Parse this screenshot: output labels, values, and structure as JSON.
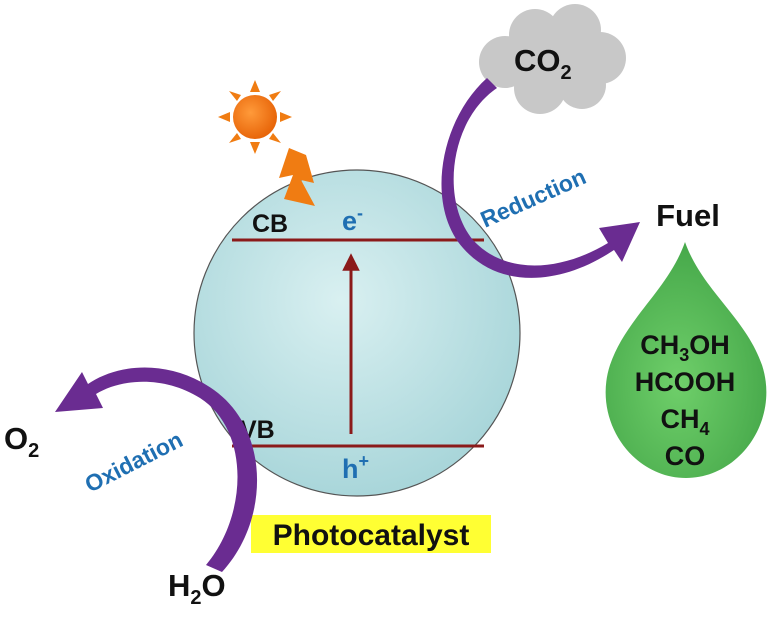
{
  "diagram": {
    "band_labels": {
      "cb": "CB",
      "vb": "VB"
    },
    "carriers": {
      "electron": "e",
      "electron_charge": "-",
      "hole": "h",
      "hole_charge": "+"
    },
    "catalyst_label": "Photocatalyst",
    "reduction": {
      "label": "Reduction",
      "reactant": {
        "main": "CO",
        "sub": "2"
      },
      "product_title": "Fuel"
    },
    "oxidation": {
      "label": "Oxidation",
      "reactant": {
        "pre": "H",
        "sub": "2",
        "post": "O"
      },
      "product": {
        "main": "O",
        "sub": "2"
      }
    },
    "fuels": [
      {
        "pre": "CH",
        "sub": "3",
        "post": "OH"
      },
      {
        "pre": "HCOOH",
        "sub": "",
        "post": ""
      },
      {
        "pre": "CH",
        "sub": "4",
        "post": ""
      },
      {
        "pre": "CO",
        "sub": "",
        "post": ""
      }
    ],
    "colors": {
      "sphere": "#bfe3e6",
      "band_line": "#8b1a1a",
      "arrow_purple": "#6a2c91",
      "cloud": "#c8c8c8",
      "drop": "#5cb85c",
      "sun": "#f07c12",
      "label_highlight": "#ffff33",
      "blue_text": "#1f6fb2"
    }
  }
}
